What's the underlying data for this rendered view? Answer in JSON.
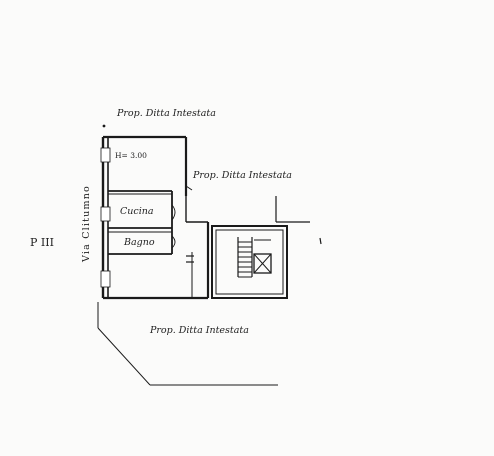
{
  "labels": {
    "owner_top": "Prop. Ditta Intestata",
    "owner_right": "Prop. Ditta Intestata",
    "owner_bottom": "Prop. Ditta Intestata",
    "street": "Via Clitumno",
    "floor": "P III",
    "height": "H= 3.00",
    "kitchen": "Cucina",
    "bathroom": "Bagno"
  },
  "colors": {
    "ink": "#1a1a1a",
    "paper": "#fbfbfa"
  }
}
